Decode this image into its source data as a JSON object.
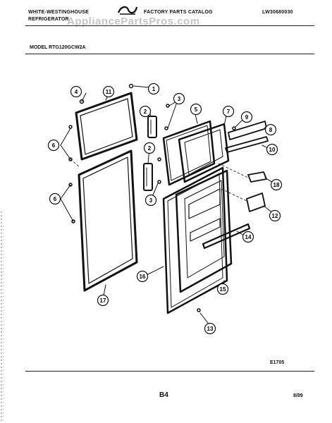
{
  "header": {
    "brand_line1": "WHITE-WESTINGHOUSE",
    "brand_line2": "REFRIGERATOR",
    "catalog_title": "FACTORY PARTS CATALOG",
    "document_code": "LW30680030",
    "watermark": "AppliancePartsPros.com"
  },
  "model": {
    "label": "MODEL RTG120GCW2A"
  },
  "diagram": {
    "callouts": [
      "1",
      "2",
      "2",
      "3",
      "3",
      "4",
      "5",
      "6",
      "6",
      "7",
      "8",
      "9",
      "10",
      "11",
      "12",
      "13",
      "14",
      "15",
      "16",
      "17",
      "18"
    ]
  },
  "footer": {
    "figure_code": "E1705",
    "page_number": "B4",
    "date": "8/89"
  }
}
